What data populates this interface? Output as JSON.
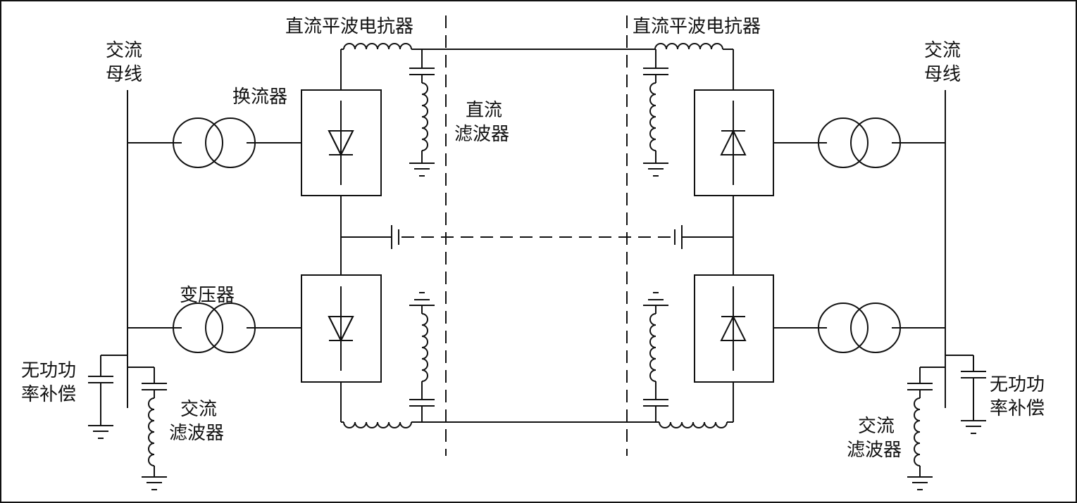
{
  "labels": {
    "ac_bus_left": [
      "交流",
      "母线"
    ],
    "ac_bus_right": [
      "交流",
      "母线"
    ],
    "dc_reactor_left": "直流平波电抗器",
    "dc_reactor_right": "直流平波电抗器",
    "converter": "换流器",
    "dc_filter": [
      "直流",
      "滤波器"
    ],
    "transformer": "变压器",
    "reactive_comp_left": [
      "无功功",
      "率补偿"
    ],
    "reactive_comp_right": [
      "无功功",
      "率补偿"
    ],
    "ac_filter_left": [
      "交流",
      "滤波器"
    ],
    "ac_filter_right": [
      "交流",
      "滤波器"
    ]
  },
  "diagram": {
    "type": "bipolar HVDC transmission schematic",
    "line_color": "#111111",
    "background": "#ffffff",
    "diode_direction_sending": "down",
    "diode_direction_receiving": "up"
  }
}
